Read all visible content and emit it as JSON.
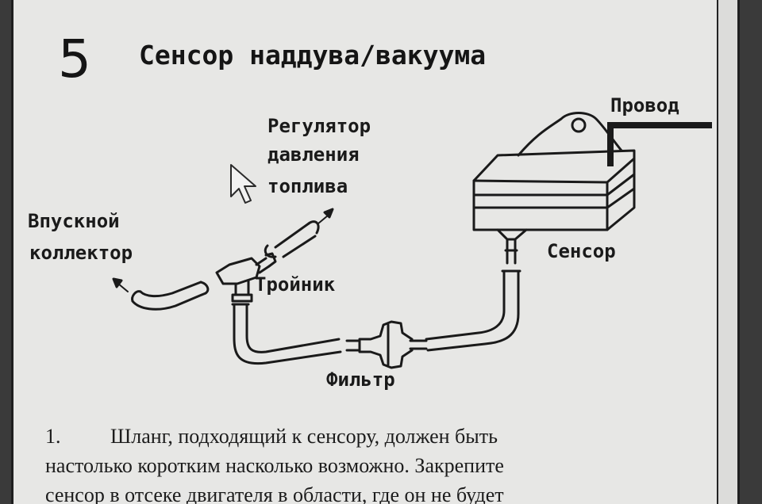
{
  "page": {
    "number": "5",
    "title": "Сенсор наддува/вакуума"
  },
  "labels": {
    "wire": "Провод",
    "regulator_line1": "Регулятор",
    "regulator_line2": "давления",
    "regulator_line3": "топлива",
    "intake_line1": "Впускной",
    "intake_line2": "коллектор",
    "tee": "Тройник",
    "sensor": "Сенсор",
    "filter": "Фильтр"
  },
  "instruction": {
    "number": "1.",
    "line1": "Шланг, подходящий к сенсору, должен быть",
    "line2": "настолько коротким насколько возможно. Закрепите",
    "line3": "сенсор в отсеке двигателя в области, где он не будет"
  },
  "colors": {
    "paper": "#e7e7e5",
    "ink": "#1a1a1a"
  },
  "icons": [
    "mouse-pointer-icon"
  ]
}
